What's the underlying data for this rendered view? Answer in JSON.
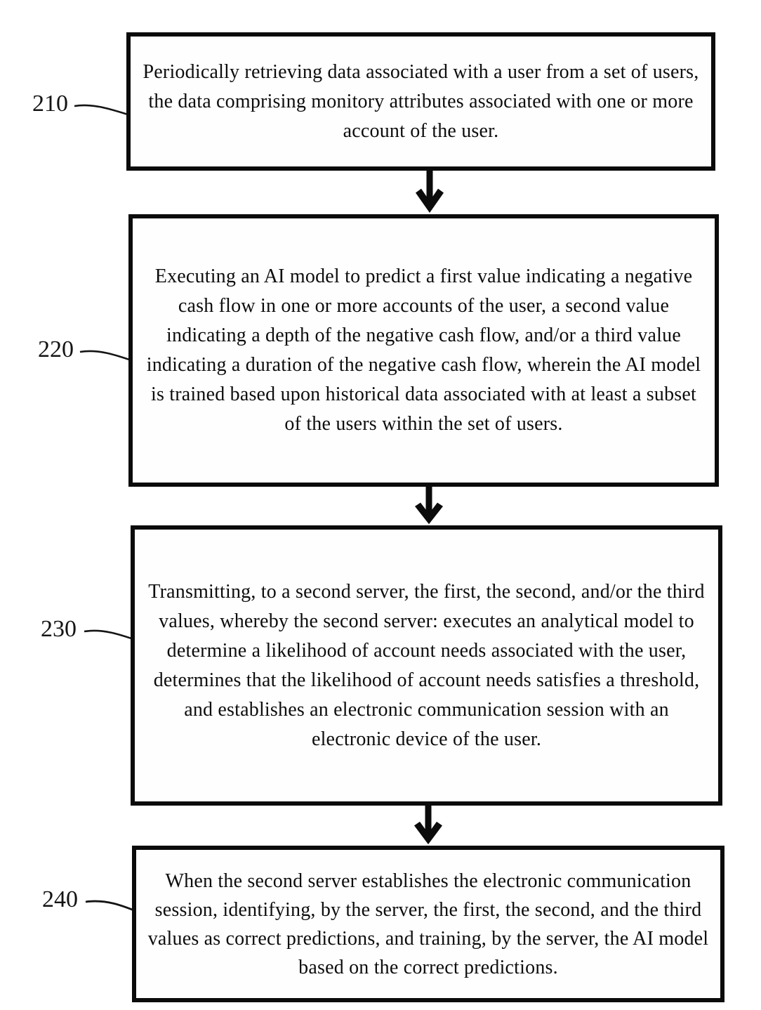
{
  "diagram": {
    "type": "flowchart",
    "direction": "top-down",
    "colors": {
      "ink": "#0d0d0d",
      "border": "#0b0b0b",
      "background": "#ffffff"
    },
    "icons": {
      "flow_arrow": "down-arrow-icon"
    },
    "steps": [
      {
        "ref": "210",
        "text": "Periodically retrieving data associated with a user from a set of users, the data comprising monitory attributes associated with one or more account of the user."
      },
      {
        "ref": "220",
        "text": "Executing an AI model to predict a first value indicating a negative cash flow in one or more accounts of the user, a second value indicating a depth of the negative cash flow, and/or a third value indicating a duration of the negative cash flow, wherein the AI model is trained based upon historical data associated with at least a subset of the users within the set of users."
      },
      {
        "ref": "230",
        "text": "Transmitting, to a second server, the first, the second, and/or the third values, whereby the second server: executes an analytical model to determine a likelihood of account needs associated with the user, determines that the likelihood of account needs satisfies a threshold, and establishes an electronic communication session with an electronic device of the user."
      },
      {
        "ref": "240",
        "text": "When the second server establishes the electronic communication session, identifying, by the server, the first, the second, and the third values as correct predictions, and training, by the server, the AI model based on the correct predictions."
      }
    ]
  }
}
